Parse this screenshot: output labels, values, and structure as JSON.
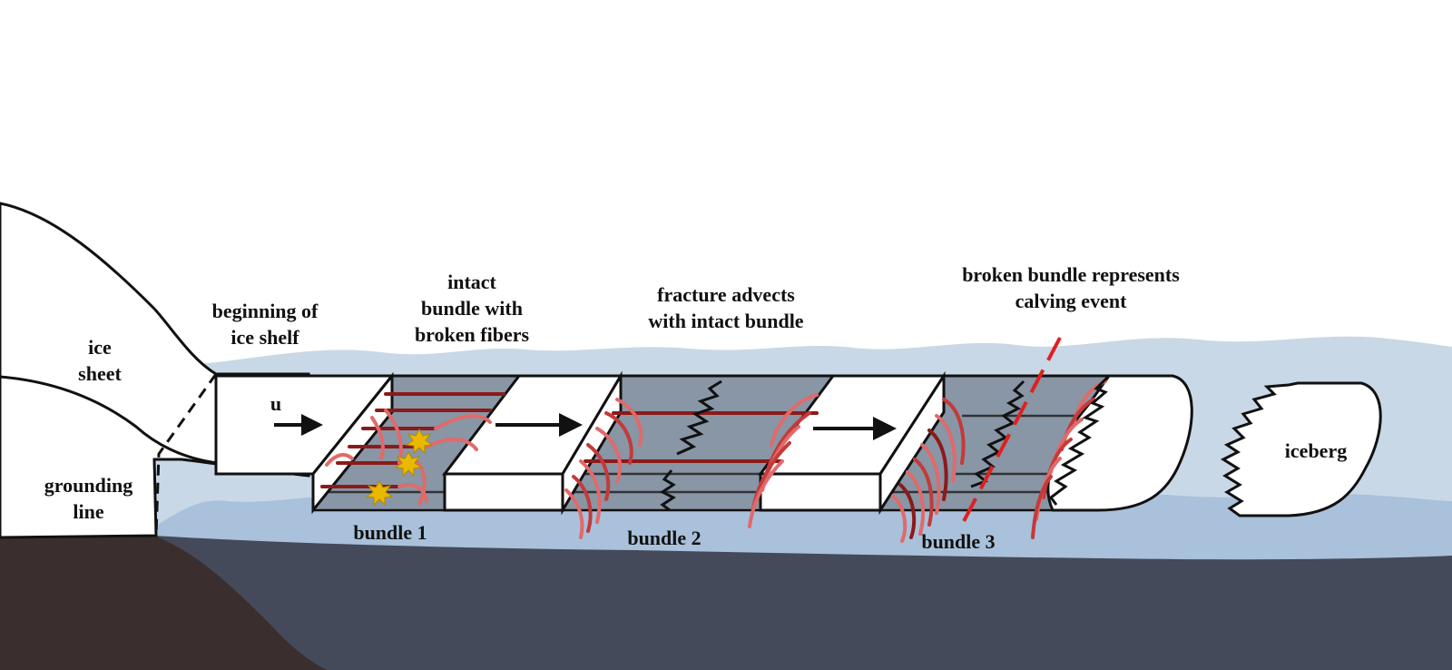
{
  "labels": {
    "ice_sheet": [
      "ice",
      "sheet"
    ],
    "grounding_line": [
      "grounding",
      "line"
    ],
    "beginning_of_ice_shelf": [
      "beginning of",
      "ice shelf"
    ],
    "intact_bundle": [
      "intact",
      "bundle with",
      "broken fibers"
    ],
    "fracture_advects": [
      "fracture advects",
      "with intact bundle"
    ],
    "broken_bundle": [
      "broken bundle represents",
      "calving event"
    ],
    "iceberg": "iceberg",
    "bundle_1": "bundle 1",
    "bundle_2": "bundle 2",
    "bundle_3": "bundle 3",
    "velocity": "u"
  },
  "colors": {
    "sky_ice": "#ffffff",
    "water_light": "#c8d8e6",
    "water_mid": "#a9c1da",
    "seafloor": "#444a59",
    "bedrock": "#3b2e2e",
    "bundle_gray": "#8896a6",
    "fiber_dark": "#8b1a1a",
    "fiber_light": "#e06a6a",
    "calving_line": "#e0201f",
    "damage_star": "#e9b800"
  }
}
